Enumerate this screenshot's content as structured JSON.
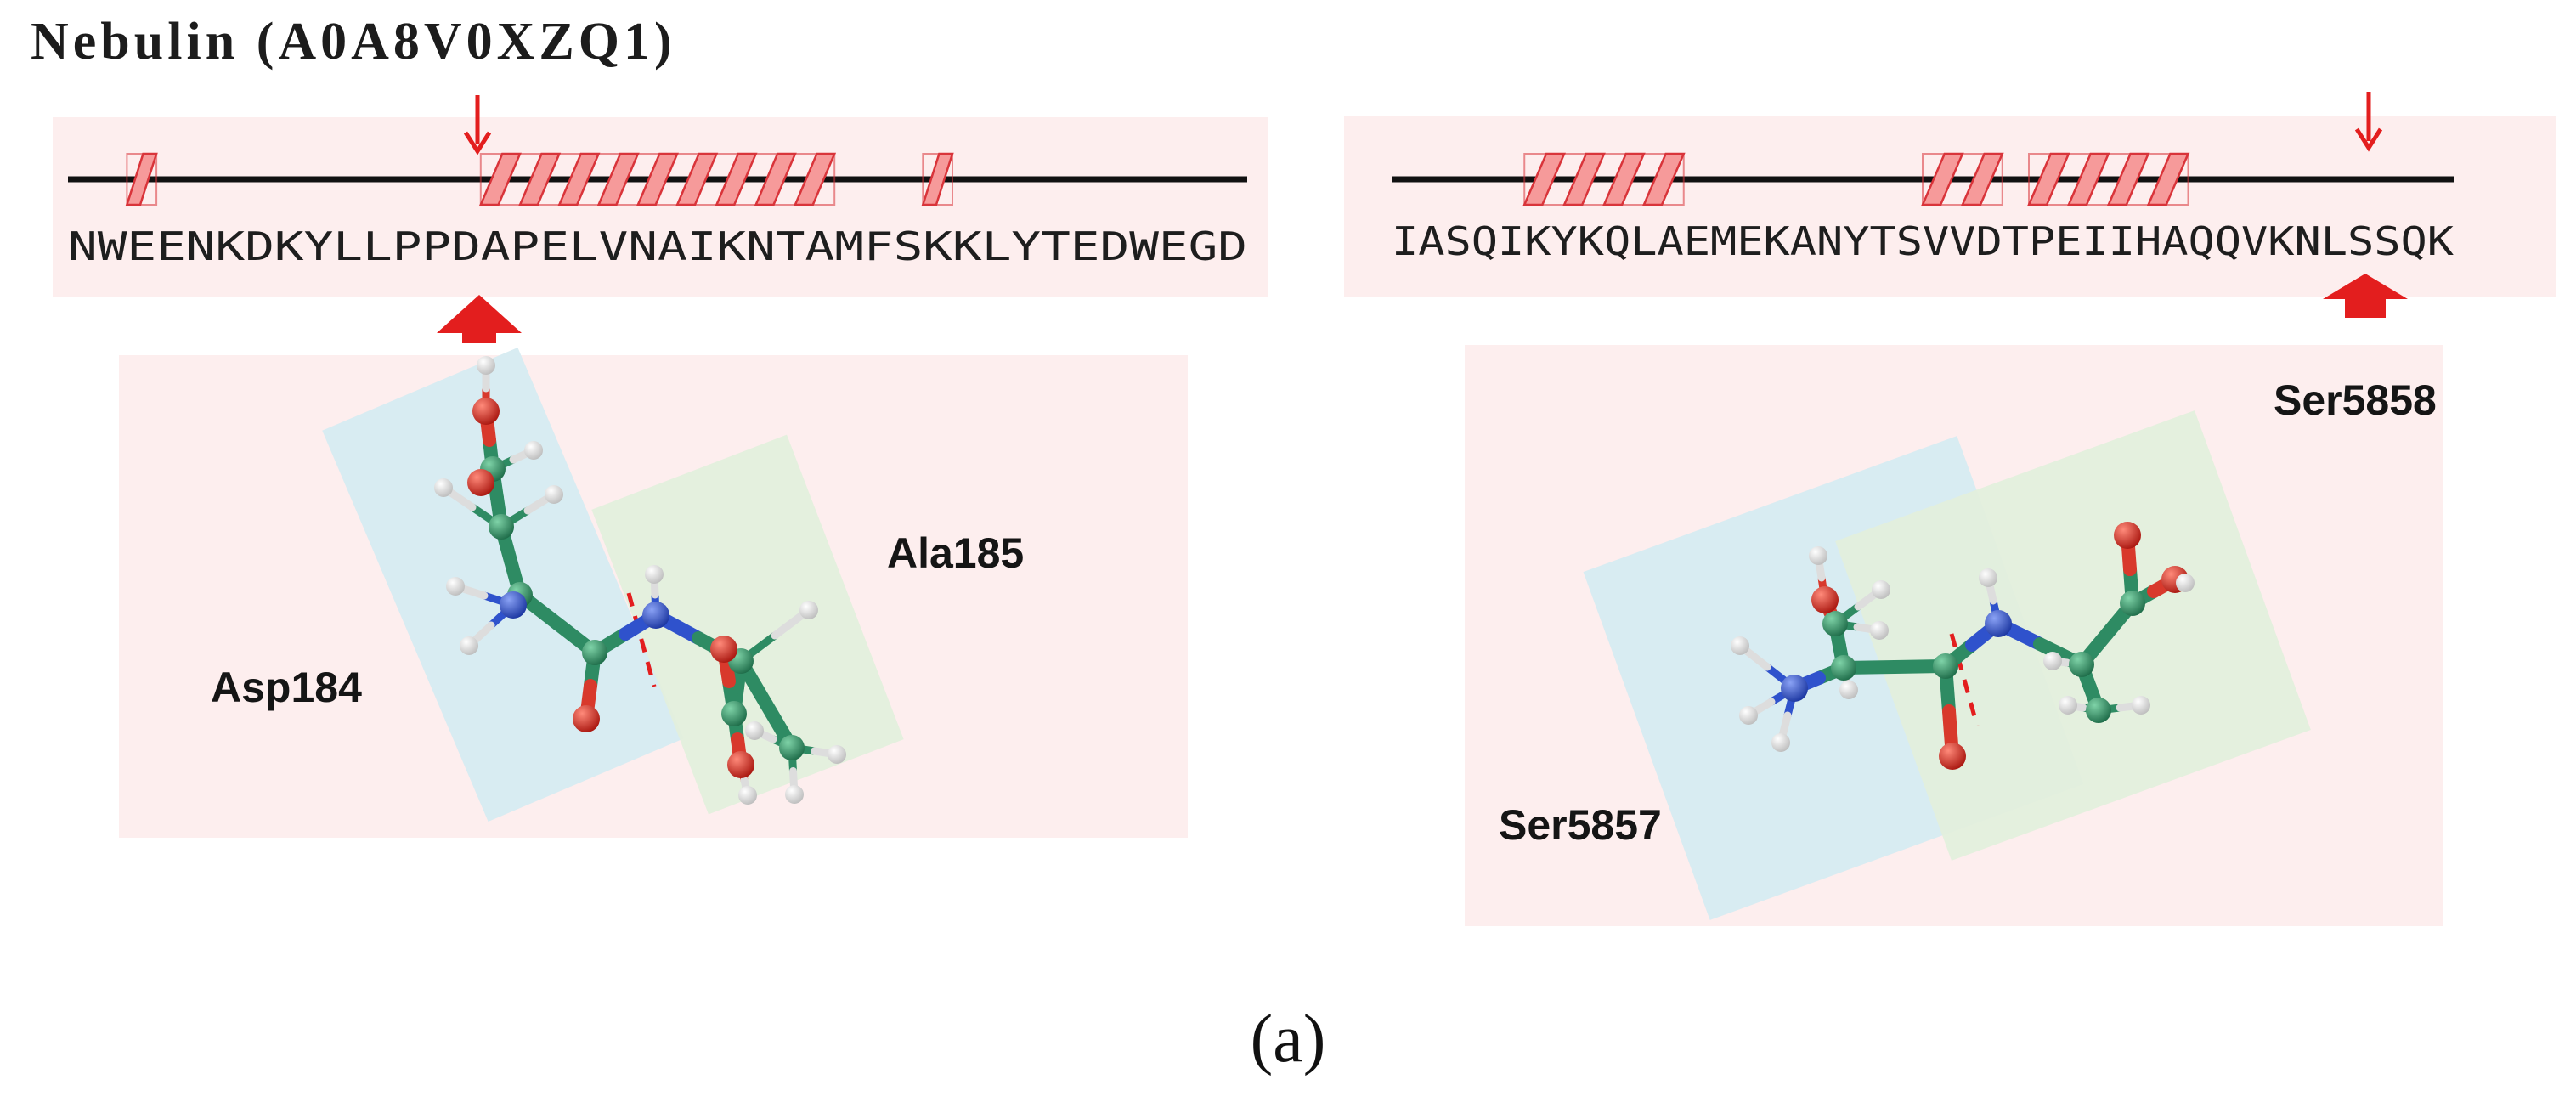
{
  "figure": {
    "title": "Nebulin (A0A8V0XZQ1)",
    "panel_label": "(a)"
  },
  "left_panel": {
    "sequence": "NWEENKDKYLLPPDAPELVNAIKNTAMFSKKLYTEDWEGD",
    "cleavage_between": [
      "Asp184",
      "Ala185"
    ],
    "residue_left": "Asp184",
    "residue_right": "Ala185",
    "helix_segments": [
      [
        2,
        3
      ],
      [
        14,
        26
      ],
      [
        29,
        30
      ]
    ]
  },
  "right_panel": {
    "sequence": "IASQIKYKQLAEMEKANYTSVVDTPEIIHAQQVKNLSSQK",
    "cleavage_between": [
      "Ser5857",
      "Ser5858"
    ],
    "residue_left": "Ser5857",
    "residue_right": "Ser5858",
    "helix_segments": [
      [
        5,
        11
      ],
      [
        20,
        23
      ],
      [
        24,
        30
      ]
    ]
  },
  "colors": {
    "helix_fill": "#f69a9a",
    "helix_stroke": "#d9343a",
    "arrow": "#e31e1e",
    "carbon": "#2e8b63",
    "nitrogen": "#2f52cc",
    "oxygen": "#d8392c",
    "hydrogen": "#f2f2f2",
    "panel_bg": "#fdeeee",
    "blue_box": "#d6ebf1",
    "green_box": "#e3efdc"
  }
}
